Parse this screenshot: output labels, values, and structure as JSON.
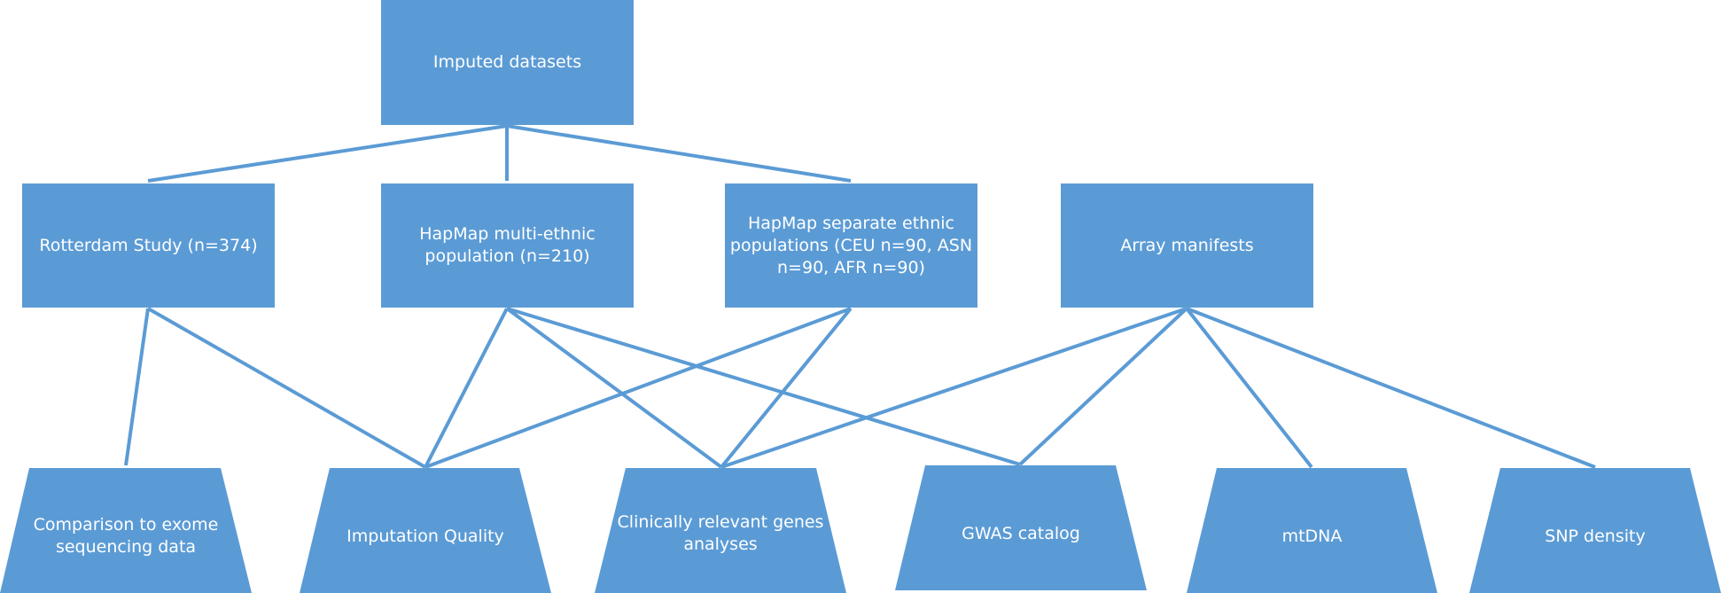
{
  "colors": {
    "box": "#5b9bd5",
    "connector": "#5b9bd5",
    "text": "#ffffff",
    "background": "#ffffff"
  },
  "nodes": {
    "imputed_datasets": "Imputed datasets",
    "rotterdam_study": "Rotterdam Study (n=374)",
    "hapmap_multi": "HapMap multi-ethnic\npopulation (n=210)",
    "hapmap_separate": "HapMap separate ethnic\npopulations (CEU n=90, ASN\nn=90, AFR n=90)",
    "array_manifests": "Array manifests",
    "exome_comparison": "Comparison to exome\nsequencing data",
    "imputation_quality": "Imputation Quality",
    "clinical_genes": "Clinically relevant genes\nanalyses",
    "gwas_catalog": "GWAS catalog",
    "mtdna": "mtDNA",
    "snp_density": "SNP density"
  },
  "edges": [
    [
      "imputed_datasets",
      "rotterdam_study"
    ],
    [
      "imputed_datasets",
      "hapmap_multi"
    ],
    [
      "imputed_datasets",
      "hapmap_separate"
    ],
    [
      "rotterdam_study",
      "exome_comparison"
    ],
    [
      "rotterdam_study",
      "imputation_quality"
    ],
    [
      "hapmap_multi",
      "imputation_quality"
    ],
    [
      "hapmap_multi",
      "clinical_genes"
    ],
    [
      "hapmap_multi",
      "gwas_catalog"
    ],
    [
      "hapmap_separate",
      "imputation_quality"
    ],
    [
      "hapmap_separate",
      "clinical_genes"
    ],
    [
      "array_manifests",
      "clinical_genes"
    ],
    [
      "array_manifests",
      "gwas_catalog"
    ],
    [
      "array_manifests",
      "mtdna"
    ],
    [
      "array_manifests",
      "snp_density"
    ]
  ]
}
